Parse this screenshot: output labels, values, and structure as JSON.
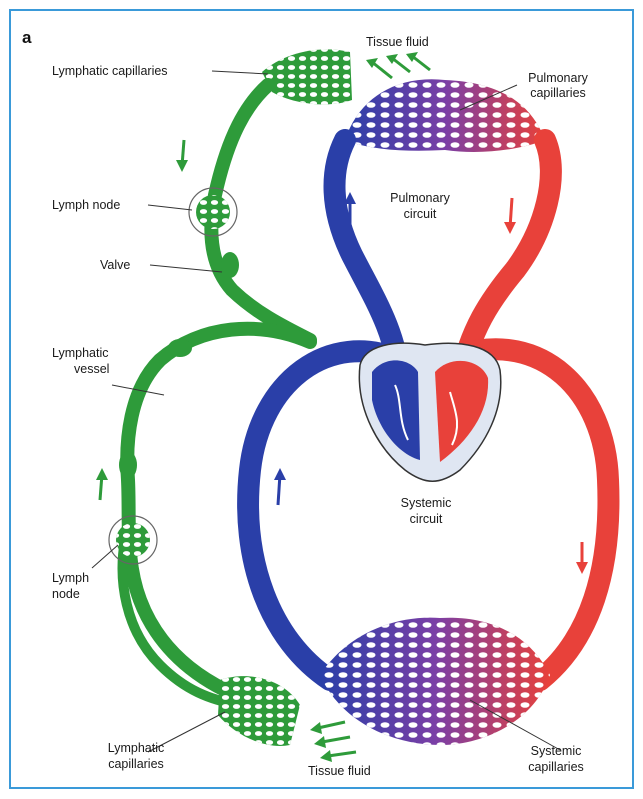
{
  "figure": {
    "panel_letter": "a"
  },
  "labels": {
    "lymphatic_capillaries_top": "Lymphatic capillaries",
    "tissue_fluid_top": "Tissue fluid",
    "pulmonary_capillaries_l1": "Pulmonary",
    "pulmonary_capillaries_l2": "capillaries",
    "lymph_node_top": "Lymph node",
    "valve": "Valve",
    "pulmonary_circuit_l1": "Pulmonary",
    "pulmonary_circuit_l2": "circuit",
    "lymphatic_vessel_l1": "Lymphatic",
    "lymphatic_vessel_l2": "vessel",
    "systemic_circuit_l1": "Systemic",
    "systemic_circuit_l2": "circuit",
    "lymph_node_bottom_l1": "Lymph",
    "lymph_node_bottom_l2": "node",
    "lymphatic_capillaries_bottom_l1": "Lymphatic",
    "lymphatic_capillaries_bottom_l2": "capillaries",
    "tissue_fluid_bottom": "Tissue fluid",
    "systemic_capillaries_l1": "Systemic",
    "systemic_capillaries_l2": "capillaries"
  },
  "colors": {
    "lymph": "#2e9b3a",
    "lymph_dark": "#1f6f29",
    "deoxygenated": "#2a3fa8",
    "oxygenated": "#e8413a",
    "capillary_mix": "#8a3fa0",
    "frame": "#3a9ad9"
  }
}
